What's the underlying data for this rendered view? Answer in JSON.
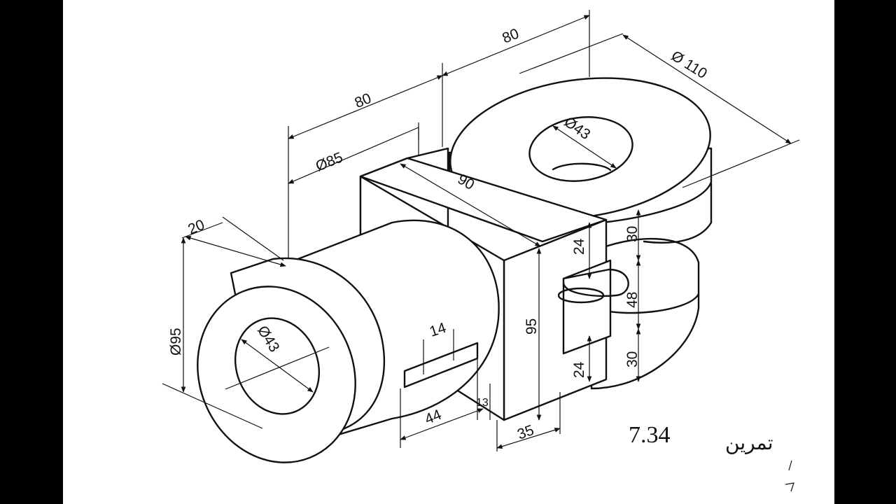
{
  "drawing": {
    "dimensions": {
      "len_top_right": "80",
      "len_top_left": "80",
      "dia_big_disc": "Ø 110",
      "dia_boss": "Ø85",
      "len_block": "90",
      "thk_left": "20",
      "dia_left": "Ø95",
      "hole_left": "Ø43",
      "hole_disc": "Ø43",
      "slot_w": "14",
      "slot_len": "44",
      "slot_off": "13",
      "block_h": "95",
      "block_w": "35",
      "fork_top": "24",
      "fork_bot": "24",
      "disc_top": "30",
      "gap": "48",
      "disc_bot": "30"
    },
    "exercise": {
      "number": "7.34",
      "word": "تمرين"
    }
  },
  "colors": {
    "background": "#000000",
    "paper": "#ffffff",
    "ink": "#111111"
  }
}
